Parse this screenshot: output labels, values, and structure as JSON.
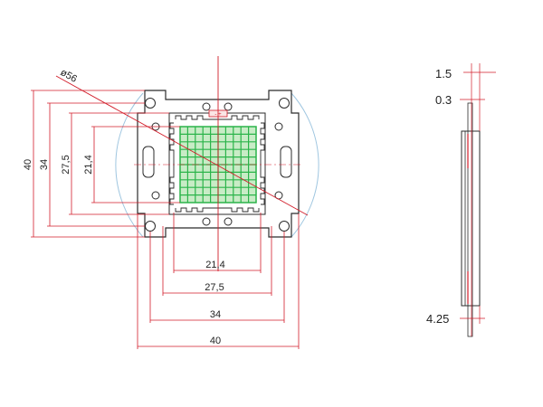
{
  "colors": {
    "outline": "#2b2b2b",
    "dimension_red": "#d21d2a",
    "led_green": "#2bb44a",
    "led_fill": "#c8ecc6",
    "arc_blue": "#9fc6e0"
  },
  "front_view": {
    "diameter_label": "ø56",
    "horizontal_dims": {
      "d1": "21,4",
      "d2": "27,5",
      "d3": "34",
      "d4": "40"
    },
    "vertical_dims": {
      "d1": "40",
      "d2": "34",
      "d3": "27,5",
      "d4": "21,4"
    },
    "polarity_label": "- +"
  },
  "side_view": {
    "dims": {
      "top_thickness": "1.5",
      "lead_thickness": "0.3",
      "bottom_height": "4.25"
    }
  }
}
